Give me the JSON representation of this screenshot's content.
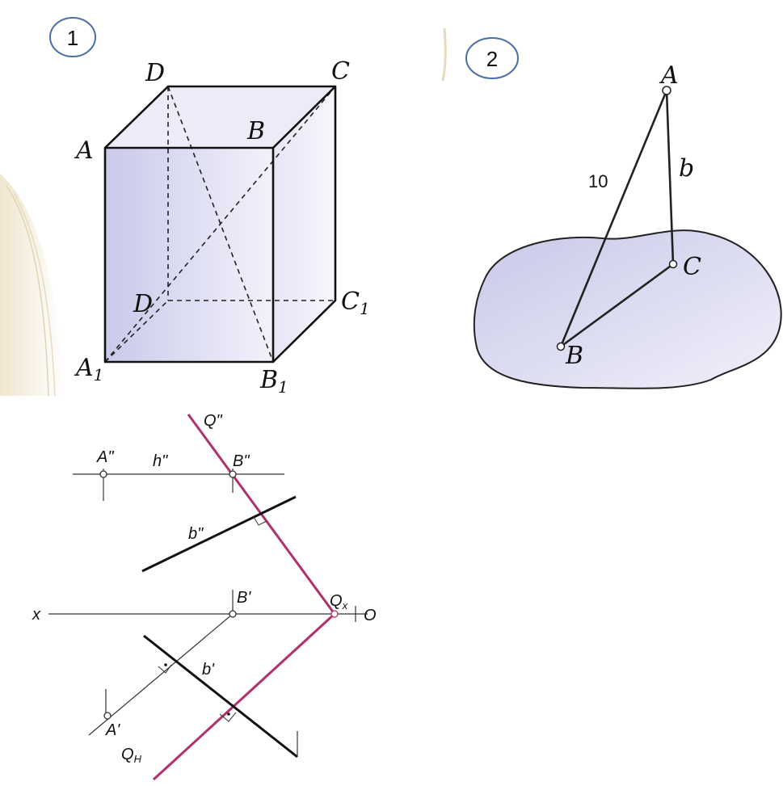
{
  "header_strip": {
    "text": ""
  },
  "figure1": {
    "number": "1",
    "labels": {
      "D_top": "D",
      "C_top": "C",
      "A": "A",
      "B": "B",
      "D_bottom": "D",
      "C1": "C",
      "C1_sub": "1",
      "A1": "A",
      "A1_sub": "1",
      "B1": "B",
      "B1_sub": "1"
    },
    "colors": {
      "face": "#dcdcf2",
      "edge": "#111111"
    }
  },
  "figure2": {
    "number": "2",
    "labels": {
      "A": "A",
      "B": "B",
      "C": "C",
      "length": "10",
      "b": "b"
    },
    "colors": {
      "plane_fill": "#d7d7ee",
      "edge": "#222222"
    }
  },
  "figure3": {
    "labels": {
      "Q2": "Q\"",
      "A2": "A\"",
      "h2": "h\"",
      "B2": "B\"",
      "b2": "b\"",
      "x": "x",
      "B1": "B'",
      "Qx": "Q",
      "Qx_sub": "x",
      "O": "O",
      "b1": "b'",
      "A1": "A'",
      "QH": "Q",
      "QH_sub": "H"
    },
    "colors": {
      "trace": "#b0306c",
      "line": "#111111",
      "thin": "#333333"
    }
  }
}
